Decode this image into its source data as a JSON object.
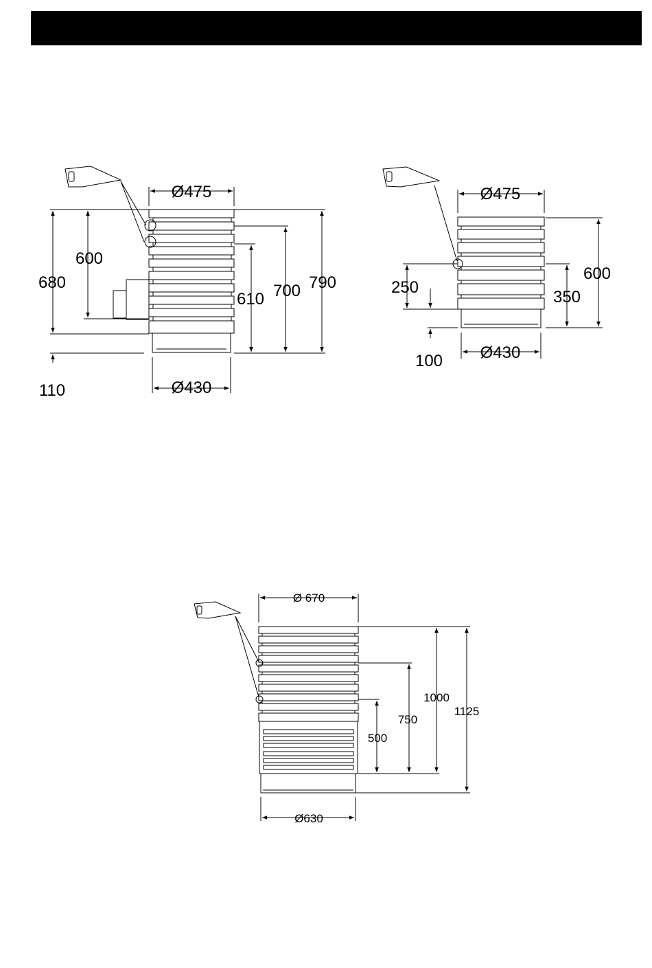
{
  "diagram_a": {
    "top_diameter": "Ø475",
    "bottom_diameter": "Ø430",
    "dims": {
      "d600": "600",
      "d680": "680",
      "d610": "610",
      "d700": "700",
      "d790": "790",
      "d110": "110"
    }
  },
  "diagram_b": {
    "top_diameter": "Ø475",
    "bottom_diameter": "Ø430",
    "dims": {
      "d250": "250",
      "d100": "100",
      "d350": "350",
      "d600": "600"
    }
  },
  "diagram_c": {
    "top_diameter": "Ø 670",
    "bottom_diameter": "Ø630",
    "dims": {
      "d1000": "1000",
      "d1125": "1125",
      "d750": "750",
      "d500": "500"
    }
  }
}
